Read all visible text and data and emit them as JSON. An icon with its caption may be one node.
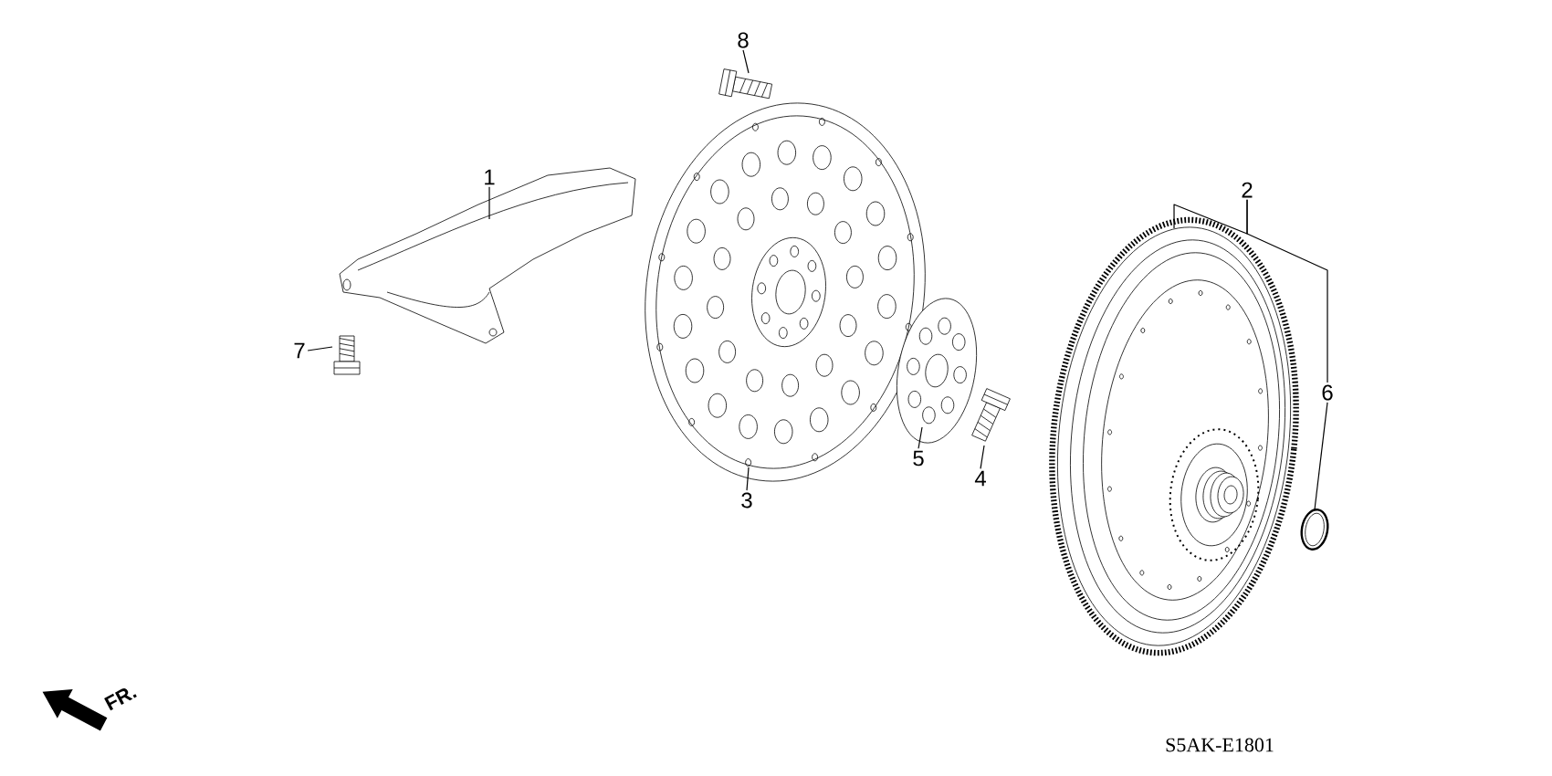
{
  "diagram": {
    "nodes": [
      {
        "text": [
          "8"
        ]
      },
      {
        "text": [
          "1"
        ]
      },
      {
        "text": [
          "2"
        ]
      },
      {
        "text": [
          "7"
        ]
      },
      {
        "text": [
          "6"
        ]
      },
      {
        "text": [
          "5"
        ]
      },
      {
        "text": [
          "4"
        ]
      },
      {
        "text": [
          "3"
        ]
      },
      {
        "text": [],
        "shape": "picture"
      },
      {
        "text": [],
        "shape": "picture"
      },
      {
        "text": [],
        "shape": "picture"
      },
      {
        "text": [],
        "shape": "picture"
      },
      {
        "text": [],
        "shape": "picture"
      },
      {
        "text": [],
        "shape": "picture"
      },
      {
        "text": [],
        "shape": "picture"
      },
      {
        "text": [],
        "shape": "picture"
      }
    ],
    "edges": [
      {
        "from": 0,
        "to": 8,
        "arrow": "none"
      },
      {
        "from": 1,
        "to": 9,
        "arrow": "none"
      },
      {
        "from": 2,
        "to": 13,
        "arrow": "none"
      },
      {
        "from": 2,
        "to": 4,
        "arrow": "none"
      },
      {
        "from": 3,
        "to": 15,
        "arrow": "none"
      },
      {
        "from": 4,
        "to": 14,
        "arrow": "none"
      },
      {
        "from": 5,
        "to": 11,
        "arrow": "none"
      },
      {
        "from": 6,
        "to": 12,
        "arrow": "none"
      },
      {
        "from": 7,
        "to": 10,
        "arrow": "none"
      }
    ],
    "labels": [
      "FR.",
      "S5AK-E1801"
    ]
  }
}
